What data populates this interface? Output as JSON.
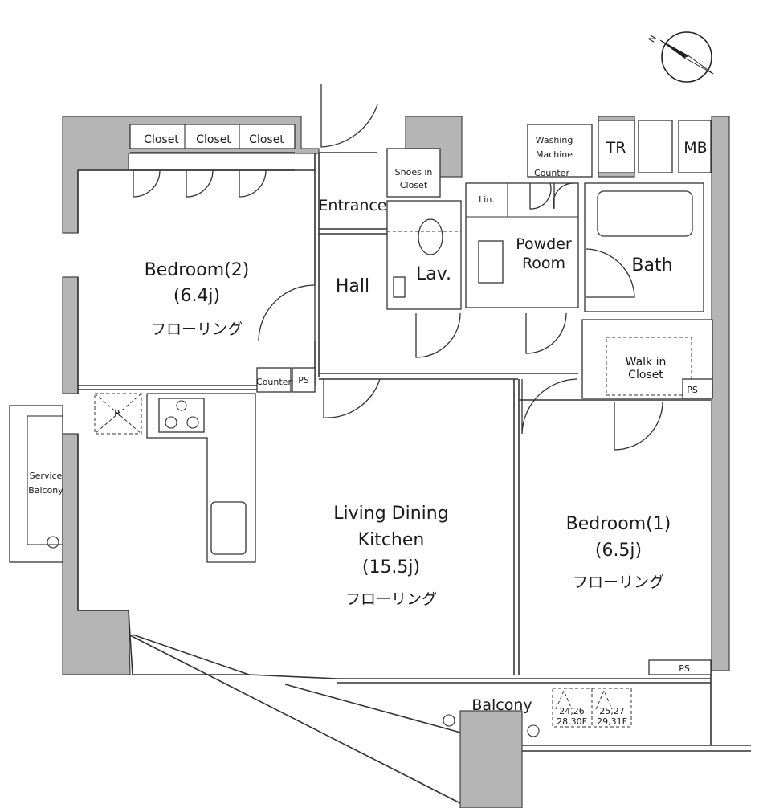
{
  "rooms": {
    "bedroom2": {
      "name": "Bedroom(2)",
      "size": "(6.4j)",
      "floor": "フローリング"
    },
    "bedroom1": {
      "name": "Bedroom(1)",
      "size": "(6.5j)",
      "floor": "フローリング"
    },
    "ldk": {
      "name_line1": "Living Dining",
      "name_line2": "Kitchen",
      "size": "(15.5j)",
      "floor": "フローリング"
    },
    "hall": "Hall",
    "entrance": "Entrance",
    "lav": "Lav.",
    "powder_line1": "Powder",
    "powder_line2": "Room",
    "bath": "Bath",
    "shoes_line1": "Shoes in",
    "shoes_line2": "Closet",
    "walkin_line1": "Walk in",
    "walkin_line2": "Closet",
    "washing_line1": "Washing",
    "washing_line2": "Machine",
    "counter_top": "Counter",
    "counter_hall": "Counter",
    "lin": "Lin.",
    "tr": "TR",
    "mb": "MB",
    "closets": [
      "Closet",
      "Closet",
      "Closet"
    ],
    "ps_hall": "PS",
    "ps_walkin": "PS",
    "ps_balcony": "PS",
    "service_line1": "Service",
    "service_line2": "Balcony",
    "balcony": "Balcony",
    "r_mark": "R"
  },
  "marks": {
    "left": [
      "24,26",
      "28,30F"
    ],
    "right": [
      "25,27",
      "29,31F"
    ]
  },
  "compass": {
    "north_label": "N",
    "icon": "north-arrow-icon"
  }
}
